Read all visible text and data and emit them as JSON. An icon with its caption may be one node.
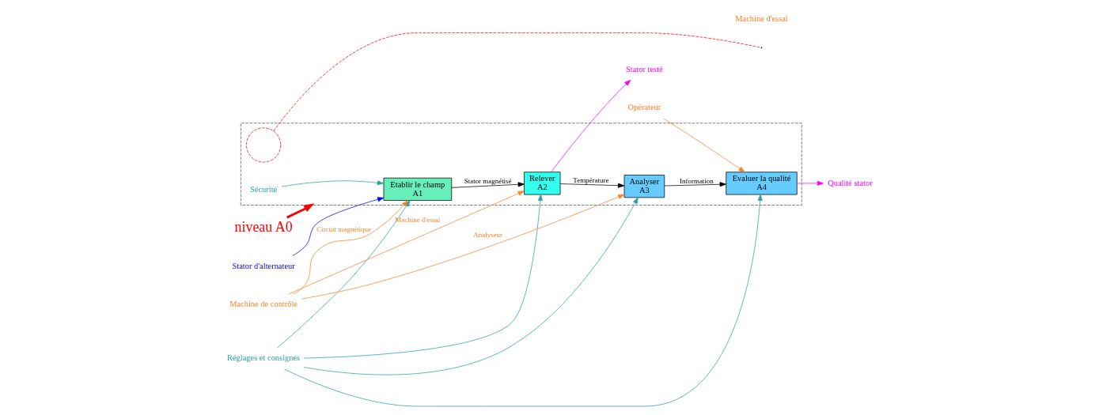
{
  "diagram": {
    "nodes": [
      {
        "text": [],
        "shape": "box"
      },
      {
        "text": [
          "niveau A0"
        ]
      },
      {
        "text": [
          "Etablir le champ",
          "A1"
        ],
        "in": 0
      },
      {
        "text": [
          "Relever",
          "A2"
        ],
        "in": 0
      },
      {
        "text": [
          "Analyser",
          "A3"
        ],
        "in": 0
      },
      {
        "text": [
          "Evaluer la qualité",
          "A4"
        ],
        "in": 0
      },
      {
        "text": [
          "Réglages et consignes"
        ]
      },
      {
        "text": [
          "Sécurité"
        ],
        "in": 0
      },
      {
        "text": [
          "Stator d'alternateur"
        ]
      },
      {
        "text": [
          "Stator testé"
        ]
      },
      {
        "text": [
          "Qualité stator"
        ]
      },
      {
        "text": [
          "Machine de contrôle"
        ]
      },
      {
        "text": [
          "Opérateur"
        ]
      },
      {
        "text": [],
        "shape": "circle",
        "in": 0
      }
    ],
    "edges": [
      {
        "from": 1,
        "to": 0,
        "arrow": "to",
        "style": "thick",
        "color": "#ff0000"
      },
      {
        "from": 8,
        "to": 2,
        "arrow": "to",
        "color": "#0000ff"
      },
      {
        "from": 7,
        "to": 2,
        "arrow": "to",
        "color": "#2aa0a0"
      },
      {
        "from": 6,
        "to": 2,
        "arrow": "to",
        "color": "#2aa0a0"
      },
      {
        "from": 6,
        "to": 3,
        "arrow": "to",
        "color": "#2aa0a0"
      },
      {
        "from": 6,
        "to": 4,
        "arrow": "to",
        "color": "#2aa0a0"
      },
      {
        "from": 6,
        "to": 5,
        "arrow": "to",
        "color": "#2aa0a0"
      },
      {
        "from": 2,
        "to": 3,
        "arrow": "to",
        "label": "Stator magnétisé",
        "color": "#000000"
      },
      {
        "from": 3,
        "to": 4,
        "arrow": "to",
        "label": "Température",
        "color": "#000000"
      },
      {
        "from": 4,
        "to": 5,
        "arrow": "to",
        "label": "Information",
        "color": "#000000"
      },
      {
        "from": 3,
        "to": 9,
        "arrow": "to",
        "color": "#ff00ff"
      },
      {
        "from": 5,
        "to": 10,
        "arrow": "to",
        "color": "#ff00ff"
      },
      {
        "from": 11,
        "to": 2,
        "arrow": "to",
        "label": "Circuit magnétique",
        "color": "#ff7f27"
      },
      {
        "from": 11,
        "to": 3,
        "arrow": "to",
        "label": "Machine d'essai",
        "color": "#ff7f27"
      },
      {
        "from": 11,
        "to": 4,
        "arrow": "to",
        "label": "Analyseur",
        "color": "#ff7f27"
      },
      {
        "from": 12,
        "to": 5,
        "arrow": "to",
        "color": "#ff7f27"
      },
      {
        "from": 13,
        "to": null,
        "arrow": "none",
        "style": "dashed",
        "color": "#ff0000"
      }
    ],
    "labels": [
      "Machine d'essai"
    ]
  }
}
